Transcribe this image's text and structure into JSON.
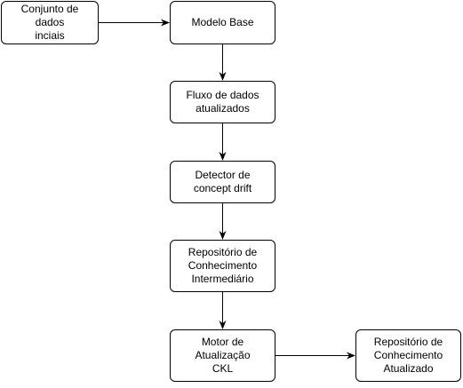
{
  "diagram": {
    "nodes": {
      "conjunto": "Conjunto de dados\ninciais",
      "modelo": "Modelo Base",
      "fluxo": "Fluxo de dados\natualizados",
      "detector": "Detector de\nconcept drift",
      "repositorio_intermediario": "Repositório de\nConhecimento\nIntermediário",
      "motor": "Motor de Atualização\nCKL",
      "repositorio_atualizado": "Repositório de\nConhecimento\nAtualizado"
    },
    "edges": [
      [
        "conjunto",
        "modelo"
      ],
      [
        "modelo",
        "fluxo"
      ],
      [
        "fluxo",
        "detector"
      ],
      [
        "detector",
        "repositorio_intermediario"
      ],
      [
        "repositorio_intermediario",
        "motor"
      ],
      [
        "motor",
        "repositorio_atualizado"
      ]
    ],
    "colors": {
      "stroke": "#000000",
      "fill": "#ffffff",
      "text": "#000000"
    }
  }
}
